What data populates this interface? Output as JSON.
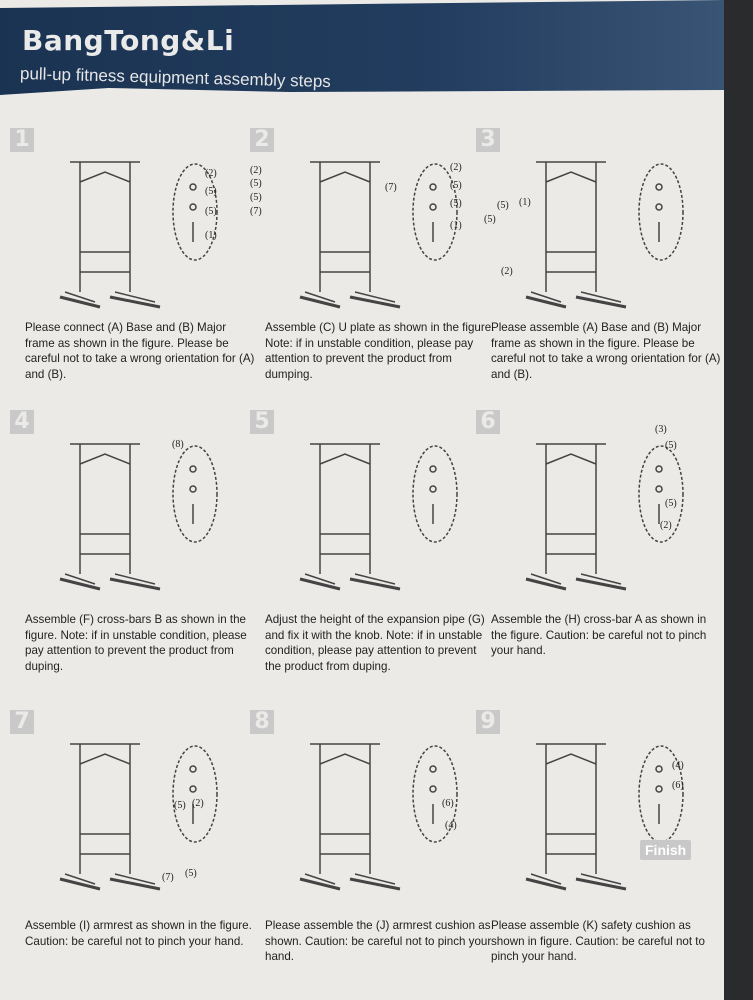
{
  "header": {
    "brand": "BangTong&Li",
    "subtitle": "pull-up fitness equipment assembly steps"
  },
  "steps": [
    {
      "number": "1",
      "labels": [
        "(2)",
        "(5)",
        "(5)",
        "(1)"
      ],
      "caption": "Please connect (A) Base and (B) Major frame as shown in the figure. Please be careful not to take a wrong orientation for (A) and (B)."
    },
    {
      "number": "2",
      "labels": [
        "(2)",
        "(5)",
        "(5)",
        "(7)",
        "(7)",
        "(2)",
        "(5)",
        "(5)",
        "(1)"
      ],
      "caption": "Assemble (C) U plate as shown in the figure. Note: if in unstable condition, please pay attention to prevent the product from dumping."
    },
    {
      "number": "3",
      "labels": [
        "(5)",
        "(1)",
        "(5)",
        "(2)"
      ],
      "caption": "Please assemble (A) Base and (B) Major frame as shown in the figure. Please be careful not to take a wrong orientation for (A) and (B)."
    },
    {
      "number": "4",
      "labels": [
        "(8)"
      ],
      "caption": "Assemble (F) cross-bars B as shown in the figure. Note: if in unstable condition, please pay attention to prevent the product from duping."
    },
    {
      "number": "5",
      "labels": [],
      "caption": "Adjust the height of the expansion pipe (G) and fix it with the knob. Note: if in unstable condition, please pay attention to prevent the product from duping."
    },
    {
      "number": "6",
      "labels": [
        "(3)",
        "(5)",
        "(5)",
        "(2)"
      ],
      "caption": "Assemble the (H) cross-bar A as shown in the figure. Caution: be careful not to pinch your hand."
    },
    {
      "number": "7",
      "labels": [
        "(5)",
        "(2)",
        "(7)",
        "(5)"
      ],
      "caption": "Assemble (I) armrest as shown in the figure. Caution: be careful not to pinch your hand."
    },
    {
      "number": "8",
      "labels": [
        "(6)",
        "(4)"
      ],
      "caption": "Please assemble the (J) armrest cushion as shown. Caution: be careful not to pinch your hand."
    },
    {
      "number": "9",
      "labels": [
        "(4)",
        "(6)"
      ],
      "finish": "Finish",
      "caption": "Please assemble (K) safety cushion as shown in figure. Caution: be careful not to pinch your hand."
    }
  ]
}
